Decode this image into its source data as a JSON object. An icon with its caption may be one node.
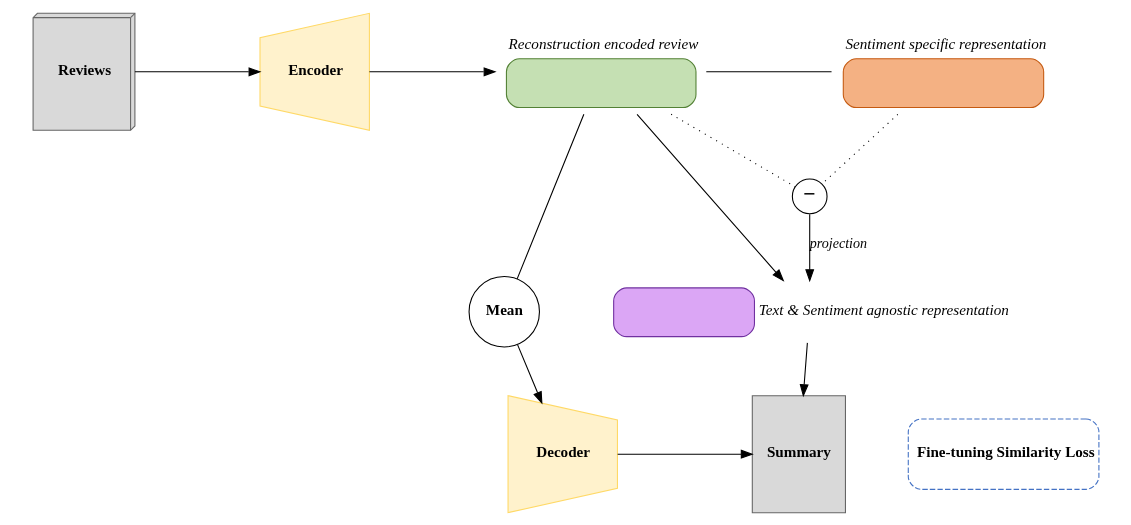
{
  "diagram": {
    "nodes": [
      {
        "text": [
          "Reviews"
        ]
      },
      {
        "text": [
          "Encoder"
        ]
      },
      {
        "text": [],
        "shape": "box",
        "beside": [
          "Reconstruction encoded review"
        ]
      },
      {
        "text": [],
        "shape": "box",
        "beside": [
          "Sentiment specific representation"
        ]
      },
      {
        "text": [
          "−"
        ]
      },
      {
        "text": [
          "Mean"
        ]
      },
      {
        "text": [],
        "shape": "box",
        "beside": [
          "Text & Sentiment agnostic representation"
        ]
      },
      {
        "text": [
          "Decoder"
        ]
      },
      {
        "text": [
          "Summary"
        ]
      },
      {
        "text": [
          "Fine-tuning Similarity Loss"
        ]
      }
    ],
    "edges": [
      {
        "from": 0,
        "to": 1,
        "arrow": "to"
      },
      {
        "from": 1,
        "to": 2,
        "arrow": "to"
      },
      {
        "from": 2,
        "to": 3,
        "arrow": "none"
      },
      {
        "from": 2,
        "to": 4,
        "arrow": "none",
        "style": "dashed"
      },
      {
        "from": 3,
        "to": 4,
        "arrow": "none",
        "style": "dashed"
      },
      {
        "from": 4,
        "to": 6,
        "arrow": "to",
        "label": "projection"
      },
      {
        "from": 2,
        "to": 5,
        "arrow": "none"
      },
      {
        "from": 2,
        "to": 6,
        "arrow": "to"
      },
      {
        "from": 5,
        "to": 7,
        "arrow": "to"
      },
      {
        "from": 7,
        "to": 8,
        "arrow": "to"
      },
      {
        "from": 6,
        "to": 8,
        "arrow": "to"
      }
    ]
  }
}
